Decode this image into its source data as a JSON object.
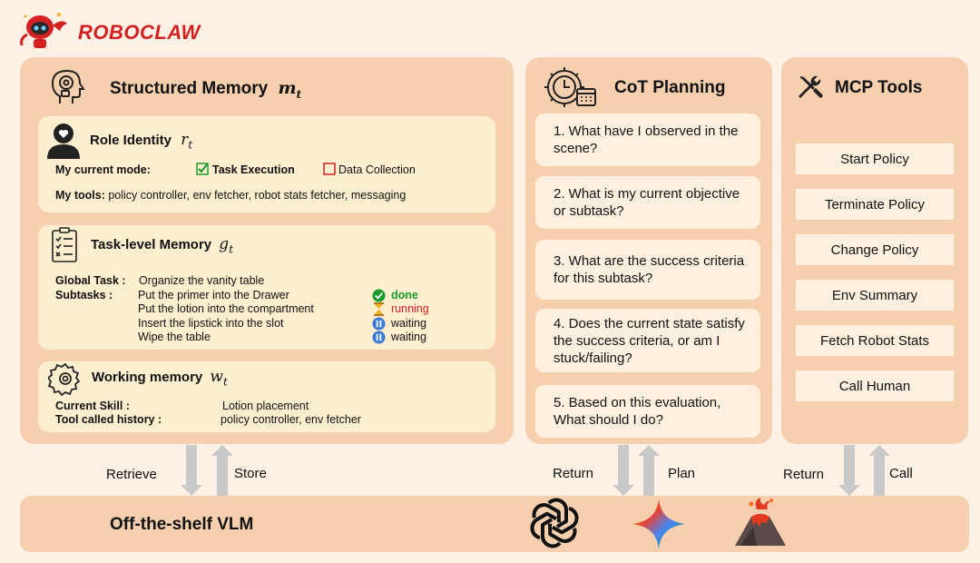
{
  "brand": "ROBOCLAW",
  "memory": {
    "title": "Structured Memory",
    "symbol": "m",
    "sub": "t",
    "role": {
      "title": "Role Identity",
      "symbol": "r",
      "sub": "t",
      "mode_label": "My current mode:",
      "mode_a": "Task Execution",
      "mode_b": "Data Collection",
      "tools_label": "My tools:",
      "tools": "policy controller, env fetcher, robot stats fetcher, messaging"
    },
    "task": {
      "title": "Task-level Memory",
      "symbol": "g",
      "sub": "t",
      "global_label": "Global Task :",
      "global_value": "Organize the vanity table",
      "subtasks_label": "Subtasks :",
      "subtasks": [
        {
          "text": "Put the primer into the Drawer",
          "status": "done",
          "color": "#1a9a2a"
        },
        {
          "text": "Put the lotion into the compartment",
          "status": "running",
          "color": "#e02020"
        },
        {
          "text": "Insert the lipstick into the slot",
          "status": "waiting",
          "color": "#111111"
        },
        {
          "text": "Wipe the table",
          "status": "waiting",
          "color": "#111111"
        }
      ]
    },
    "working": {
      "title": "Working memory",
      "symbol": "w",
      "sub": "t",
      "skill_label": "Current Skill :",
      "skill_value": "Lotion placement",
      "history_label": "Tool called history :",
      "history_value": "policy controller, env fetcher"
    }
  },
  "cot": {
    "title": "CoT Planning",
    "items": [
      "1. What have I observed in the scene?",
      "2. What is my current objective or subtask?",
      "3. What are the success criteria for this subtask?",
      "4. Does the current state satisfy the success criteria, or am I stuck/failing?",
      "5. Based on this evaluation, What should I do?"
    ]
  },
  "mcp": {
    "title": "MCP Tools",
    "items": [
      "Start Policy",
      "Terminate Policy",
      "Change Policy",
      "Env Summary",
      "Fetch Robot Stats",
      "Call Human"
    ]
  },
  "arrows": {
    "retrieve": "Retrieve",
    "store": "Store",
    "return1": "Return",
    "plan": "Plan",
    "return2": "Return",
    "call": "Call"
  },
  "vlm": {
    "title": "Off-the-shelf VLM"
  },
  "colors": {
    "panel": "#f6cfae",
    "card": "#fdeecf",
    "brand": "#d42020",
    "done": "#1a9a2a",
    "running": "#e02020",
    "waiting": "#3a7bd5"
  }
}
